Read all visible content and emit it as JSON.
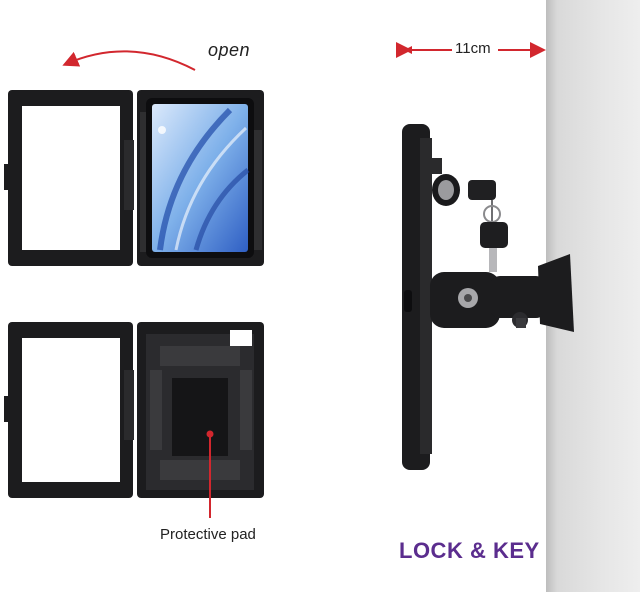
{
  "labels": {
    "open": "open",
    "dimension": "11cm",
    "pad": "Protective pad",
    "brand": "LOCK & KEY"
  },
  "colors": {
    "annotation_red": "#d2272e",
    "brand_purple": "#5b2d8e",
    "enclosure_black": "#1c1c1e"
  }
}
